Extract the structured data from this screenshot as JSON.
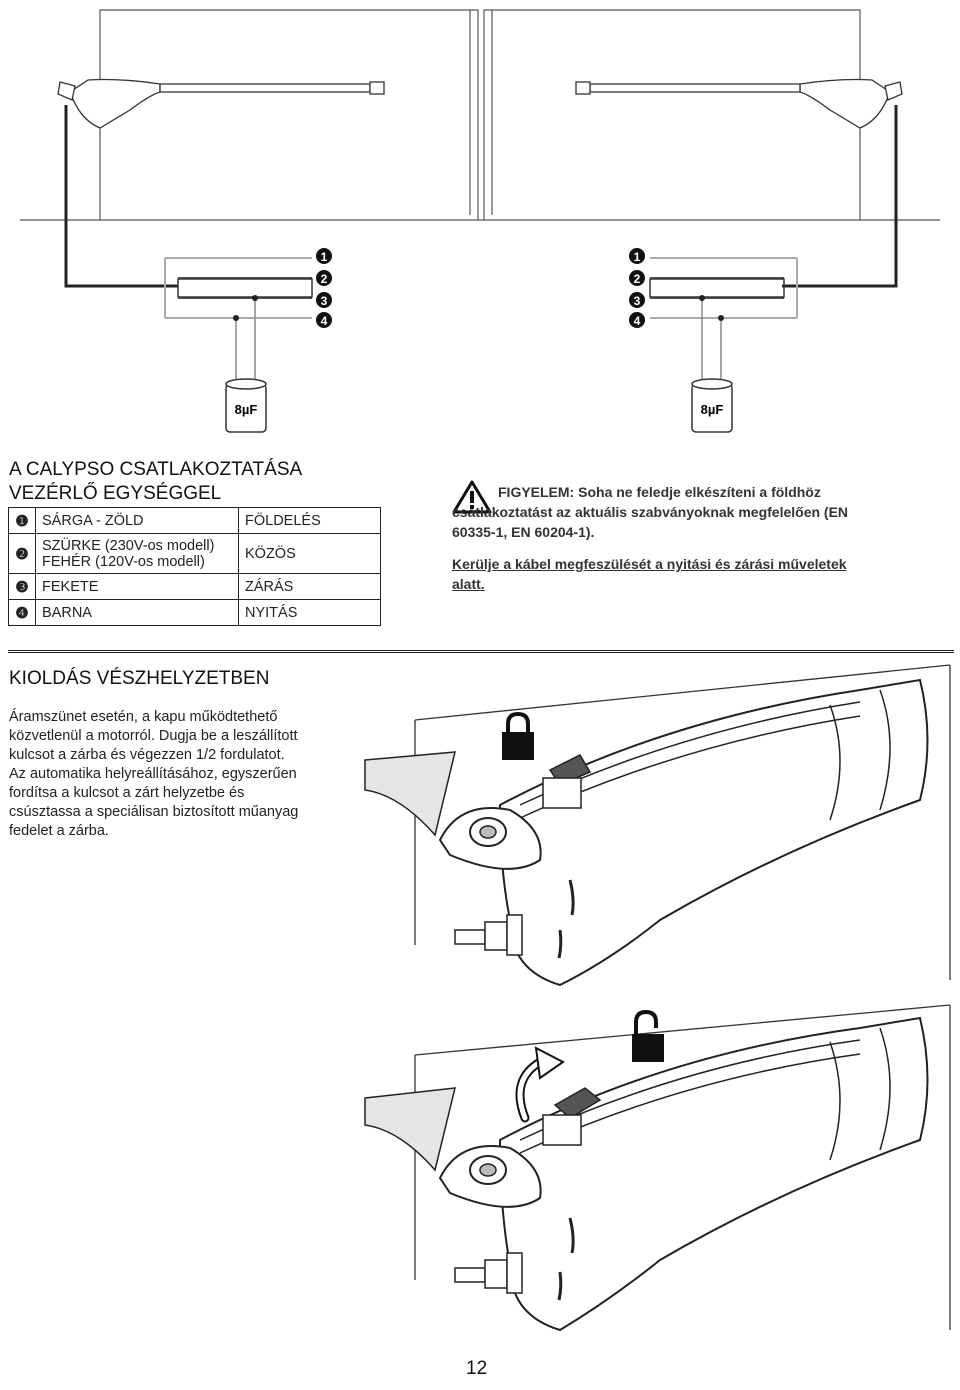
{
  "diagram": {
    "terminals_left": [
      "1",
      "2",
      "3",
      "4"
    ],
    "terminals_right": [
      "1",
      "2",
      "3",
      "4"
    ],
    "capacitor_label_left": "8µF",
    "capacitor_label_right": "8µF"
  },
  "connection": {
    "title_line1": "A CALYPSO CSATLAKOZTATÁSA",
    "title_line2": "VEZÉRLŐ EGYSÉGGEL",
    "rows": [
      {
        "num": "❶",
        "color": "SÁRGA - ZÖLD",
        "function": "FÖLDELÉS"
      },
      {
        "num": "❷",
        "color_line1": "SZÜRKE (230V-os modell)",
        "color_line2": "FEHÉR (120V-os modell)",
        "function": "KÖZÖS"
      },
      {
        "num": "❸",
        "color": "FEKETE",
        "function": "ZÁRÁS"
      },
      {
        "num": "❹",
        "color": "BARNA",
        "function": "NYITÁS"
      }
    ]
  },
  "warning": {
    "label": "FIGYELEM:",
    "text_line1": "Soha ne feledje elkészíteni a földhöz",
    "text_line2": "csatlakoztatást az aktuális szabványoknak megfelelően (EN",
    "text_line3": "60335-1, EN 60204-1).",
    "underline_line1": "Kerülje a kábel megfeszülését a nyitási és zárási műveletek",
    "underline_line2": "alatt."
  },
  "release": {
    "title": "KIOLDÁS VÉSZHELYZETBEN",
    "lines": [
      "Áramszünet esetén, a kapu működtethető",
      "közvetlenül a motorról. Dugja be a leszállított",
      "kulcsot a zárba és végezzen 1/2 fordulatot.",
      "Az automatika helyreállításához, egyszerűen",
      "fordítsa a kulcsot a zárt helyzetbe és",
      "csúsztassa a speciálisan biztosított műanyag",
      "fedelet a zárba."
    ]
  },
  "page_number": "12"
}
